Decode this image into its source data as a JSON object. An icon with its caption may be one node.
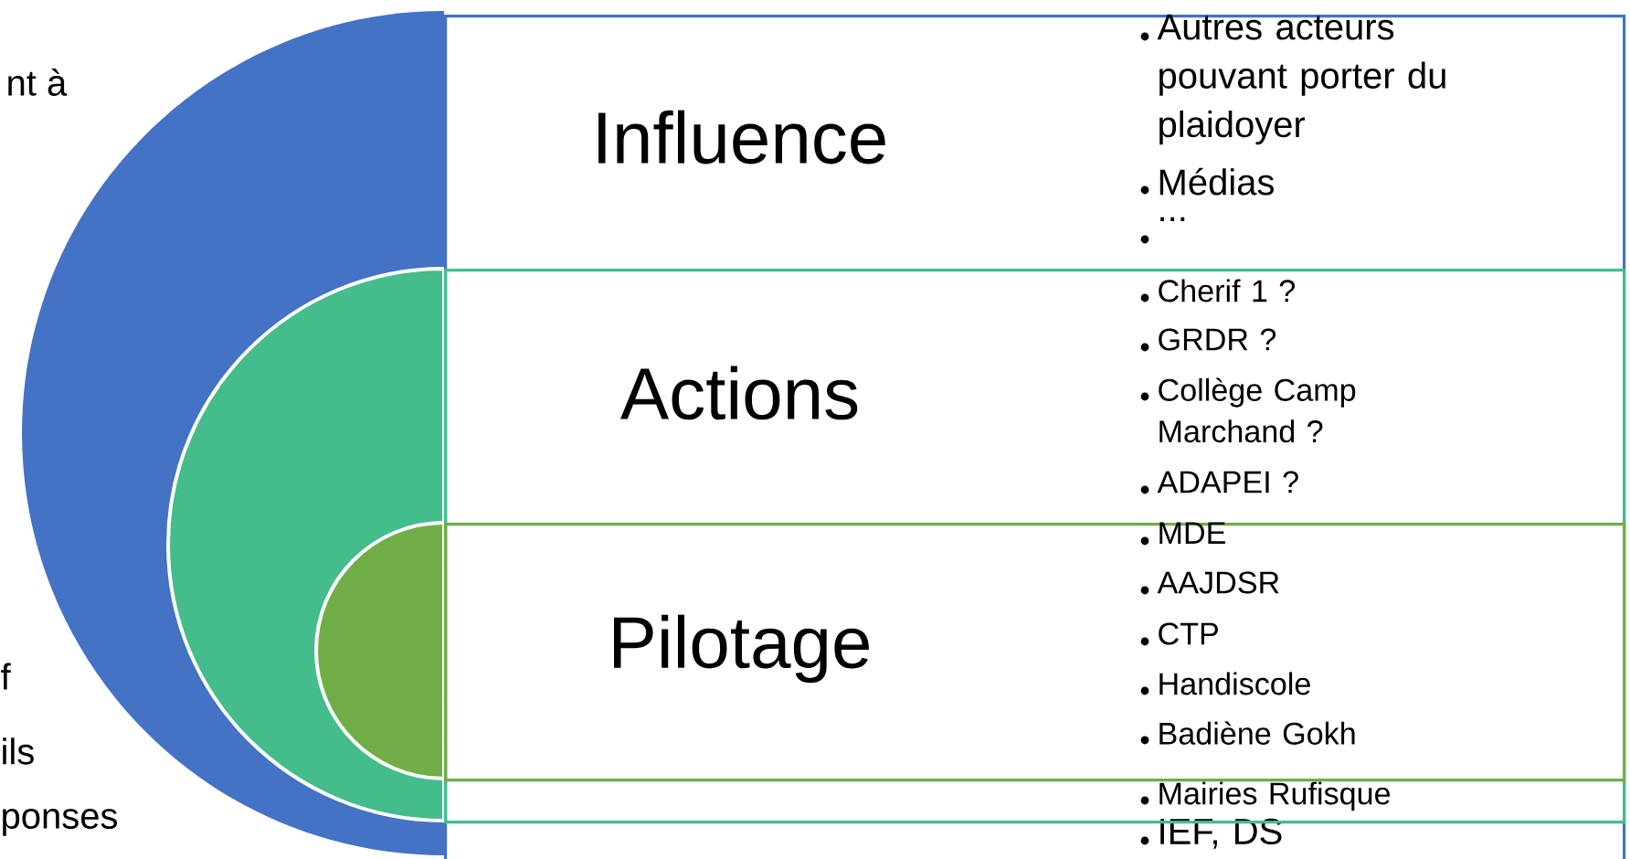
{
  "diagram": {
    "nodes": [
      {
        "text": [
          "Influence",
          "Autres acteurs pouvant porter du plaidoyer",
          "Médias",
          "...",
          "IEF, DS"
        ]
      },
      {
        "text": [
          "Actions",
          "Cherif 1 ?",
          "GRDR ?",
          "Collège Camp Marchand ?",
          "ADAPEI ?",
          "Mairies Rufisque"
        ],
        "in": 0
      },
      {
        "text": [
          "Pilotage",
          "MDE",
          "AAJDSR",
          "CTP",
          "Handiscole",
          "Badiène Gokh"
        ],
        "in": 1
      }
    ],
    "labels": [
      "nt à",
      "f",
      "ils",
      "ponses"
    ]
  }
}
